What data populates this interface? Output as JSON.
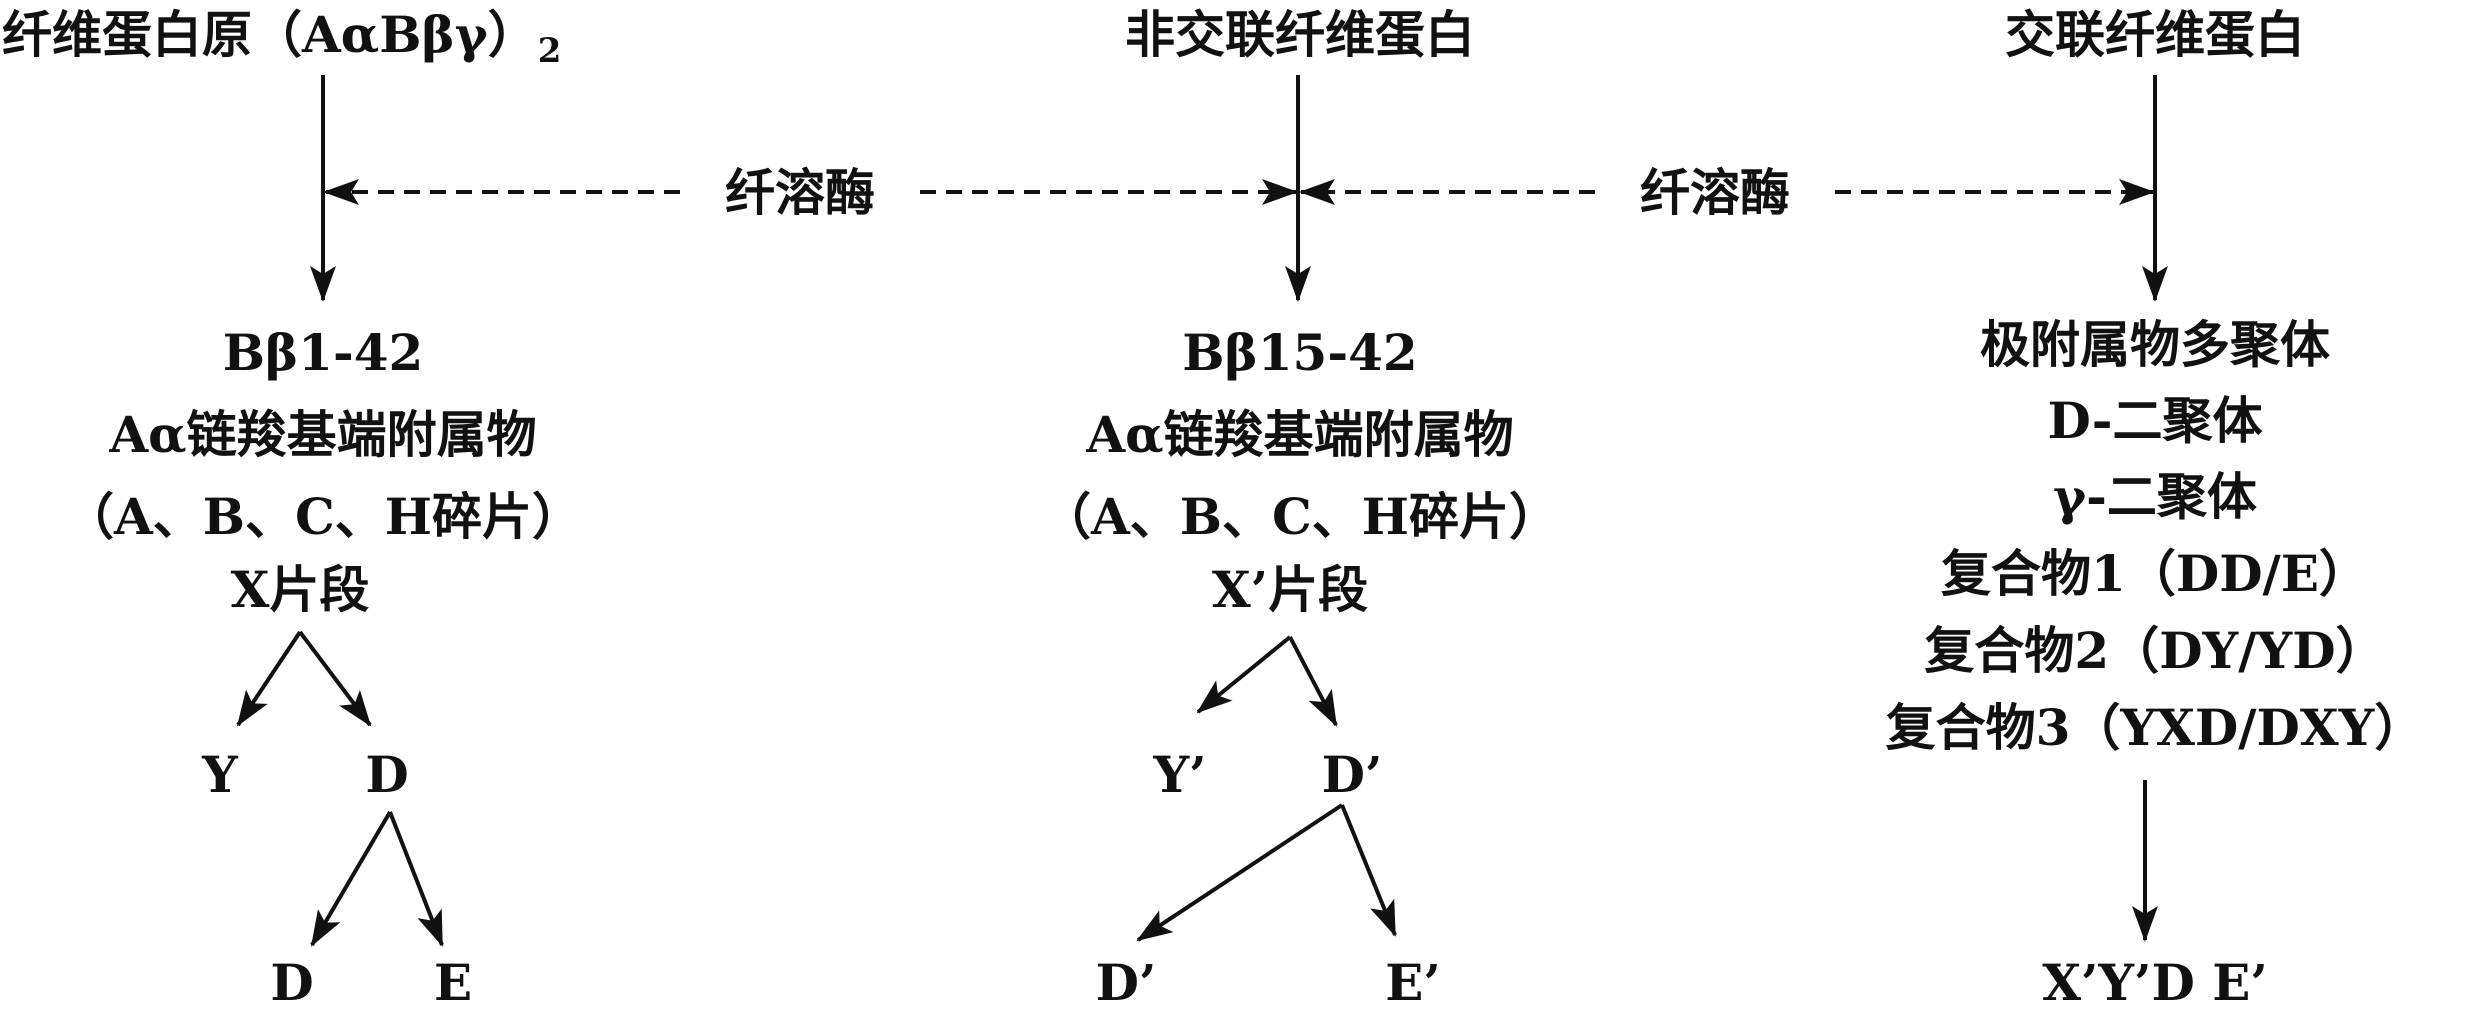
{
  "top": {
    "left_label": "纤维蛋白原（AαBβγ）",
    "left_subscript": "2",
    "middle_label": "非交联纤维蛋白",
    "right_label": "交联纤维蛋白"
  },
  "enzyme": {
    "left_label": "纤溶酶",
    "right_label": "纤溶酶"
  },
  "left_products": {
    "line1": "Bβ1-42",
    "line2": "Aα链羧基端附属物",
    "line3": "（A、B、C、H碎片）",
    "line4": "X片段",
    "child_y": "Y",
    "child_d": "D",
    "grandchild_d": "D",
    "grandchild_e": "E"
  },
  "middle_products": {
    "line1": "Bβ15-42",
    "line2": "Aα链羧基端附属物",
    "line3": "（A、B、C、H碎片）",
    "line4": "X’片段",
    "child_y": "Y’",
    "child_d": "D’",
    "grandchild_d": "D’",
    "grandchild_e": "E’"
  },
  "right_products": {
    "line1": "极附属物多聚体",
    "line2": "D-二聚体",
    "line3": "γ-二聚体",
    "line4": "复合物1（DD/E）",
    "line5": "复合物2（DY/YD）",
    "line6": "复合物3（YXD/DXY）",
    "final": "X’Y’D E’"
  }
}
